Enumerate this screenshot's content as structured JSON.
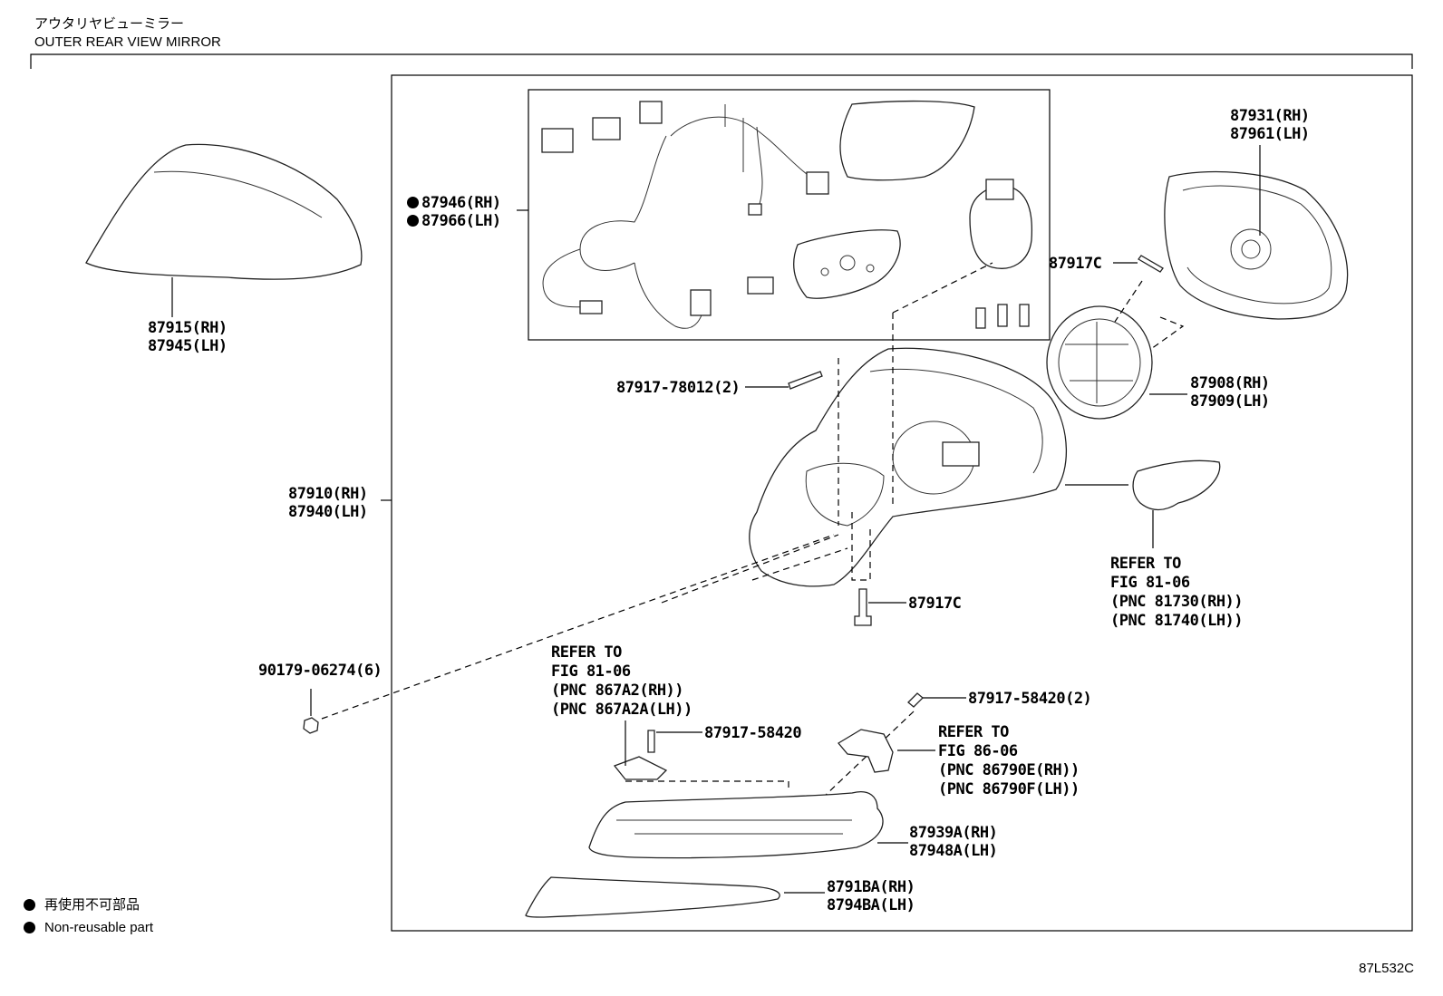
{
  "header": {
    "title_jp": "アウタリヤビューミラー",
    "title_en": "OUTER REAR VIEW MIRROR"
  },
  "figure_code": "87L532C",
  "legend": {
    "jp": "再使用不可部品",
    "en": "Non-reusable part"
  },
  "labels": {
    "cover": [
      "87915(RH)",
      "87945(LH)"
    ],
    "harness": [
      "87946(RH)",
      "87966(LH)"
    ],
    "mirror_glass": [
      "87931(RH)",
      "87961(LH)"
    ],
    "screw_87917c_top": "87917C",
    "actuator": [
      "87908(RH)",
      "87909(LH)"
    ],
    "screw_78012": "87917-78012(2)",
    "mirror_assy": [
      "87910(RH)",
      "87940(LH)"
    ],
    "screw_87917c_bottom": "87917C",
    "turn_lamp_ref": [
      "REFER TO",
      "FIG 81-06",
      "(PNC 81730(RH))",
      "(PNC 81740(LH))"
    ],
    "nut": "90179-06274(6)",
    "lamp_ref_867": [
      "REFER TO",
      "FIG 81-06",
      "(PNC 867A2(RH))",
      "(PNC 867A2A(LH))"
    ],
    "screw_58420": "87917-58420",
    "screw_58420_2": "87917-58420(2)",
    "camera_ref": [
      "REFER TO",
      "FIG 86-06",
      "(PNC 86790E(RH))",
      "(PNC 86790F(LH))"
    ],
    "lower_cover": [
      "87939A(RH)",
      "87948A(LH)"
    ],
    "garnish": [
      "8791BA(RH)",
      "8794BA(LH)"
    ]
  }
}
